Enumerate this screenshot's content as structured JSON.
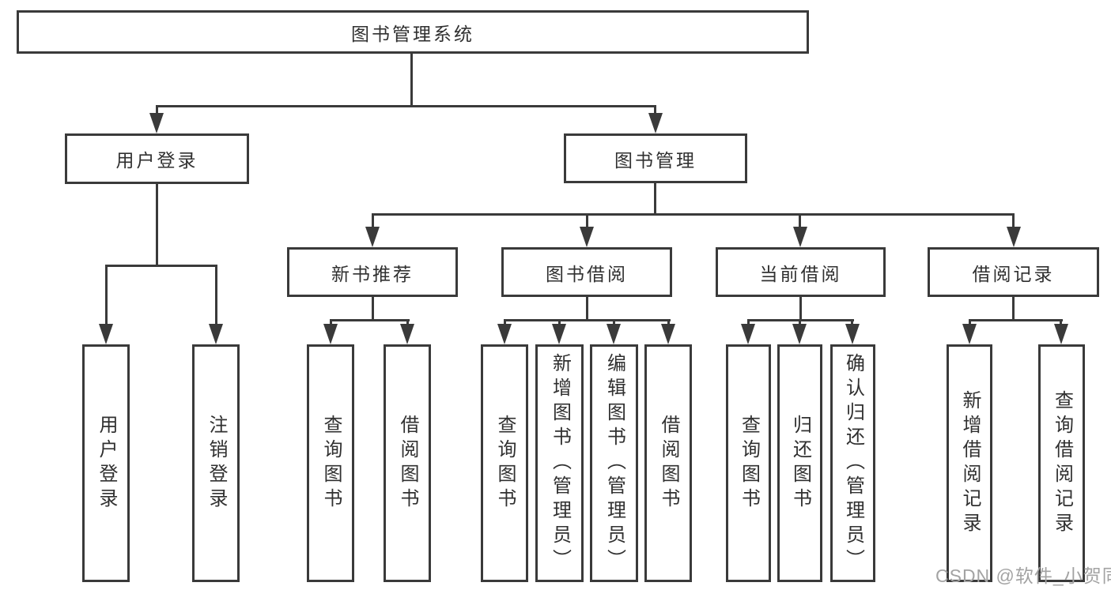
{
  "diagram": {
    "root": {
      "label": "图书管理系统"
    },
    "level2": [
      {
        "id": "user-login",
        "label": "用户登录"
      },
      {
        "id": "book-management",
        "label": "图书管理"
      }
    ],
    "level3": [
      {
        "id": "new-book-recommend",
        "label": "新书推荐",
        "parent": "book-management"
      },
      {
        "id": "book-borrow",
        "label": "图书借阅",
        "parent": "book-management"
      },
      {
        "id": "current-borrow",
        "label": "当前借阅",
        "parent": "book-management"
      },
      {
        "id": "borrow-records",
        "label": "借阅记录",
        "parent": "book-management"
      }
    ],
    "leaves": [
      {
        "parent": "user-login",
        "label": "用户登录"
      },
      {
        "parent": "user-login",
        "label": "注销登录"
      },
      {
        "parent": "new-book-recommend",
        "label": "查询图书"
      },
      {
        "parent": "new-book-recommend",
        "label": "借阅图书"
      },
      {
        "parent": "book-borrow",
        "label": "查询图书"
      },
      {
        "parent": "book-borrow",
        "label": "新增图书（管理员）"
      },
      {
        "parent": "book-borrow",
        "label": "编辑图书（管理员）"
      },
      {
        "parent": "book-borrow",
        "label": "借阅图书"
      },
      {
        "parent": "current-borrow",
        "label": "查询图书"
      },
      {
        "parent": "current-borrow",
        "label": "归还图书"
      },
      {
        "parent": "current-borrow",
        "label": "确认归还（管理员）"
      },
      {
        "parent": "borrow-records",
        "label": "新增借阅记录"
      },
      {
        "parent": "borrow-records",
        "label": "查询借阅记录"
      }
    ],
    "watermark": "CSDN @软件_小贺同学",
    "colors": {
      "line": "#3a3a3a",
      "text": "#303030",
      "watermark": "#a3a3a3",
      "background": "#ffffff"
    }
  }
}
